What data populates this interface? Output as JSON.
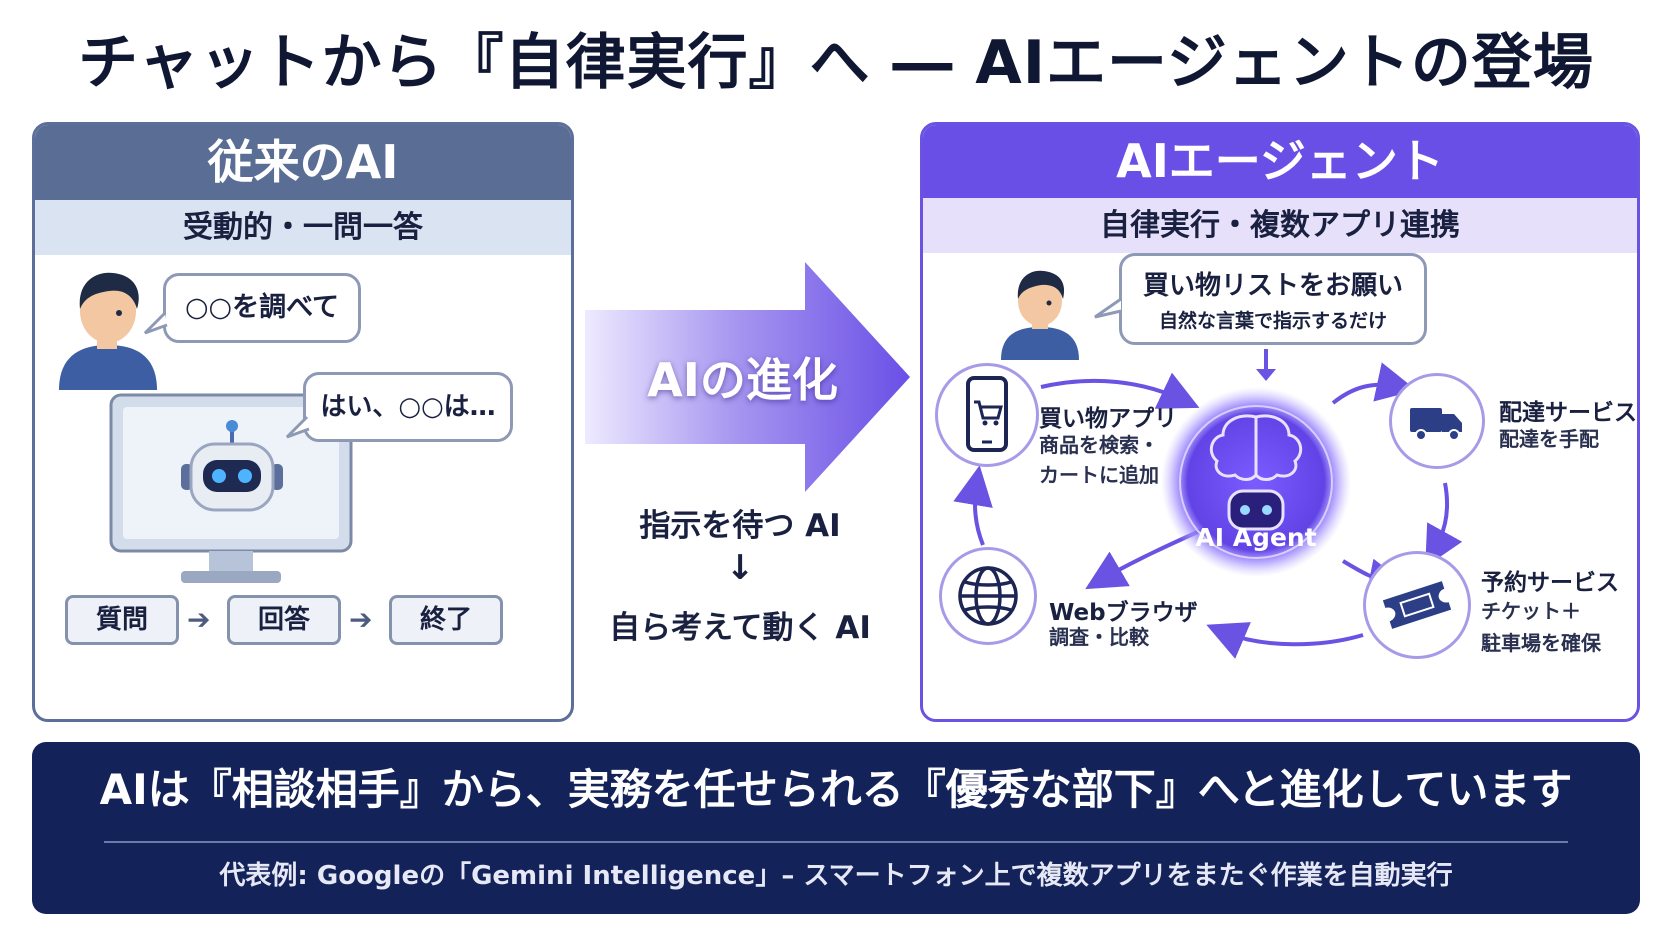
{
  "title": "チャットから『自律実行』へ ― AIエージェントの登場",
  "left": {
    "header": "従来のAI",
    "subheader": "受動的・一問一答",
    "user_bubble": "○○を調べて",
    "ai_bubble": "はい、○○は…",
    "steps": [
      "質問",
      "回答",
      "終了"
    ]
  },
  "middle": {
    "arrow_label": "AIの進化",
    "from_text": "指示を待つ AI",
    "down_arrow": "↓",
    "to_text": "自ら考えて動く AI"
  },
  "right": {
    "header": "AIエージェント",
    "subheader": "自律実行・複数アプリ連携",
    "request_title": "買い物リストをお願い",
    "request_sub": "自然な言葉で指示するだけ",
    "hub_label": "AI Agent",
    "services": {
      "shopping": {
        "title": "買い物アプリ",
        "desc": [
          "商品を検索・",
          "カートに追加"
        ]
      },
      "delivery": {
        "title": "配達サービス",
        "desc": [
          "配達を手配"
        ]
      },
      "reservation": {
        "title": "予約サービス",
        "desc": [
          "チケット＋",
          "駐車場を確保"
        ]
      },
      "browser": {
        "title": "Webブラウザ",
        "desc": [
          "調査・比較"
        ]
      }
    }
  },
  "banner": {
    "main": "AIは『相談相手』から、実務を任せられる『優秀な部下』へと進化しています",
    "sub": "代表例: Googleの「Gemini Intelligence」– スマートフォン上で複数アプリをまたぐ作業を自動実行"
  },
  "colors": {
    "left_header": "#5a6e95",
    "right_header": "#6a4fe6",
    "banner": "#14225a",
    "accent_purple": "#6a4fe6"
  }
}
